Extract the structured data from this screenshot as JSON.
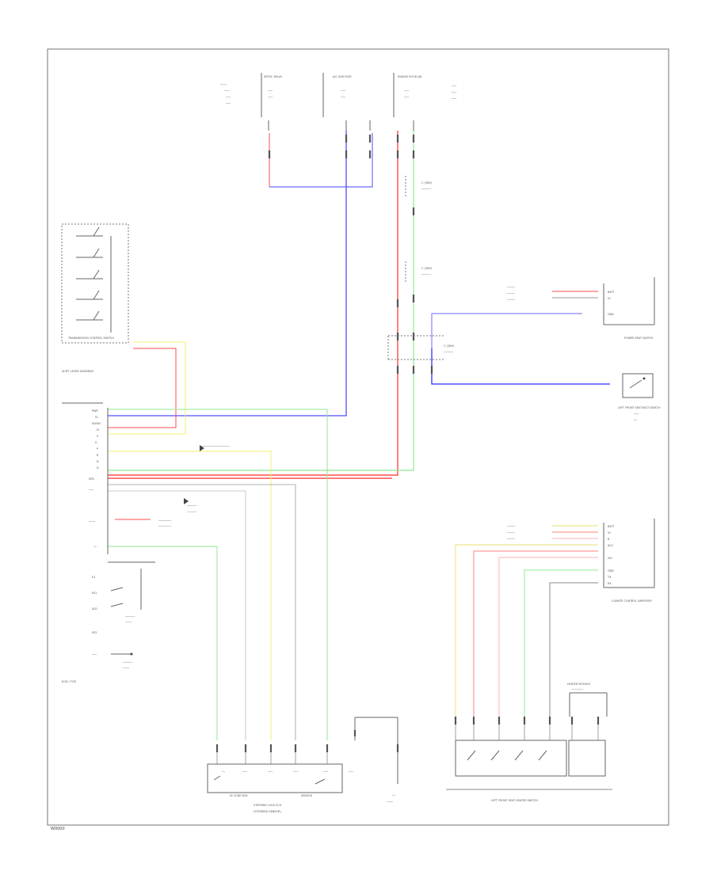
{
  "page": {
    "footer_code": "W0000"
  },
  "colors": {
    "red": "#ff4d4d",
    "blue": "#4d4dff",
    "green": "#7be07b",
    "yellow": "#f0f070",
    "gray": "#9a9a9a",
    "pink": "#ff8fa0",
    "frame": "#8a8a8a"
  },
  "top_fuse_boxes": [
    {
      "id": "fuse-a",
      "label": "INTEG. RELAY"
    },
    {
      "id": "fuse-b",
      "label": "A/C SUB FUSE"
    },
    {
      "id": "fuse-c",
      "label": "ENGINE ROOM J/B"
    }
  ],
  "connectors": {
    "c1": "C (3DH)",
    "c2": "C (3DH)",
    "c3": "C (3DH)"
  },
  "left_module": {
    "title": "TRANSMISSION CONTROL SWITCH",
    "subtitle": "SHIFT LEVER ASSEMBLY",
    "pins": [
      "PWR",
      "IG",
      "SNOW",
      "M",
      "S",
      "S-",
      "P",
      "R",
      "N",
      "D",
      "SPD"
    ],
    "lower_pins": [
      "E1",
      "E01",
      "SLD",
      "E02"
    ],
    "footer": "ECM / TCM"
  },
  "right_module_upper": {
    "title": "POWER SEAT SWITCH",
    "pins": [
      "BATT",
      "IG",
      "GND"
    ]
  },
  "right_switch": {
    "title": "LEFT FRONT SEAT BELT SWITCH"
  },
  "right_module_lower": {
    "title": "CLIMATE CONTROL AMPLIFIER",
    "pins": [
      "BATT",
      "IG",
      "B",
      "ACC",
      "SIG",
      "GND",
      "TX",
      "RX"
    ]
  },
  "bottom_left": {
    "title": "STEERING LOCK ECU",
    "subtitle": "(STEERING SENSOR)",
    "label_a": "ID CODE BOX",
    "label_b": "SENSOR"
  },
  "bottom_right": {
    "title": "LEFT FRONT SEAT HEATER SWITCH",
    "label_a": "HEATER MODULE"
  }
}
